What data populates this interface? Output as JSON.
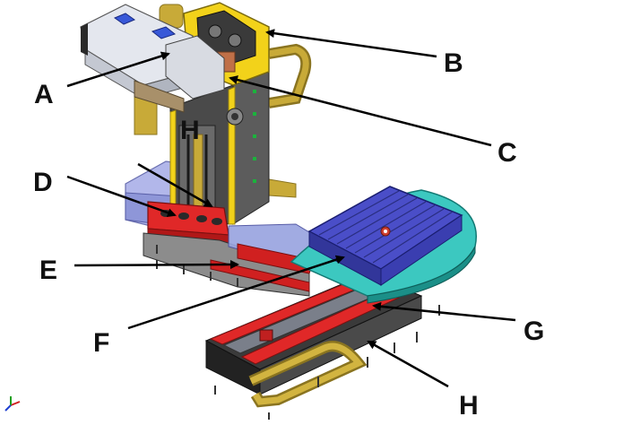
{
  "labels": {
    "a": "A",
    "b": "B",
    "c": "C",
    "d": "D",
    "e": "E",
    "f": "F",
    "g": "G",
    "h_upper": "H",
    "h_lower": "H"
  },
  "colors": {
    "column_yellow": "#f2d21a",
    "bed_red": "#d62020",
    "table_blue": "#4a4ec8",
    "rotary_teal": "#3cc8c0",
    "cover_lavender": "#9aa4e0",
    "cable_chain_gold": "#b89a2a",
    "spindle_gray": "#cfd3da",
    "frame_dark": "#2b2b2b"
  }
}
